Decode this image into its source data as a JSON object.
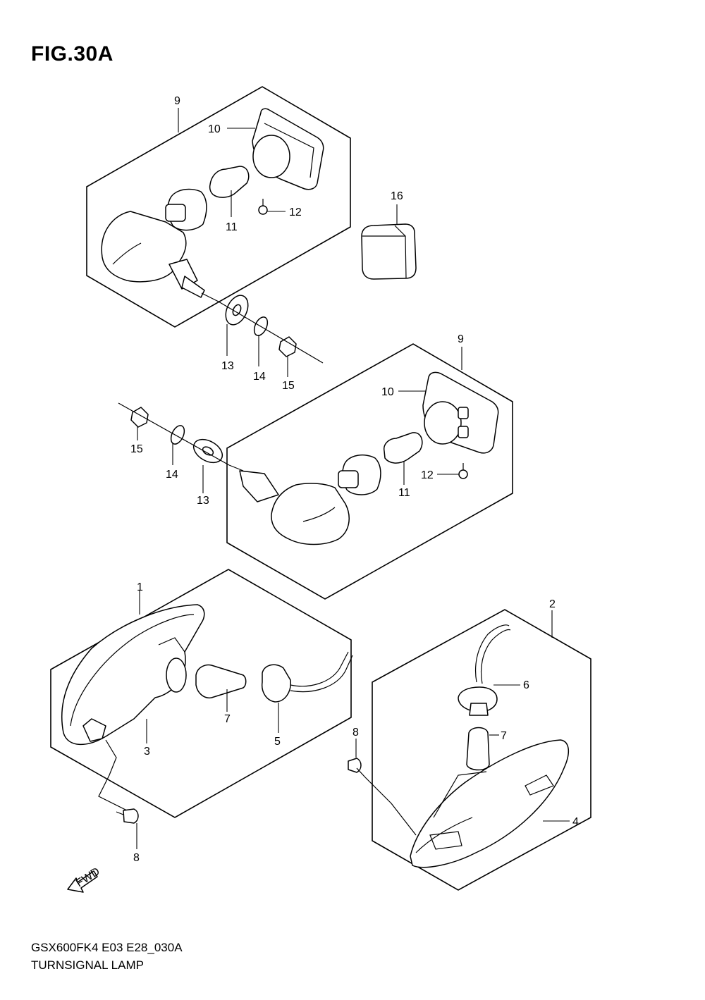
{
  "figure": {
    "title": "FIG.30A",
    "code": "GSX600FK4 E03 E28_030A",
    "caption": "TURNSIGNAL LAMP",
    "fwd_label": "FWD"
  },
  "labels": {
    "top_group_9": "9",
    "top_lens_10": "10",
    "top_bulb_11": "11",
    "top_screw_12": "12",
    "top_washer_13": "13",
    "top_washer_14": "14",
    "top_nut_15": "15",
    "reflector_16": "16",
    "mid_group_9": "9",
    "mid_lens_10": "10",
    "mid_bulb_11": "11",
    "mid_screw_12": "12",
    "mid_washer_13": "13",
    "mid_washer_14": "14",
    "mid_nut_15": "15",
    "left_group_1": "1",
    "left_housing_3": "3",
    "left_socket_5": "5",
    "left_bulb_7": "7",
    "left_screw_8": "8",
    "right_group_2": "2",
    "right_socket_6": "6",
    "right_bulb_7": "7",
    "right_screw_8": "8",
    "right_lens_4": "4"
  }
}
